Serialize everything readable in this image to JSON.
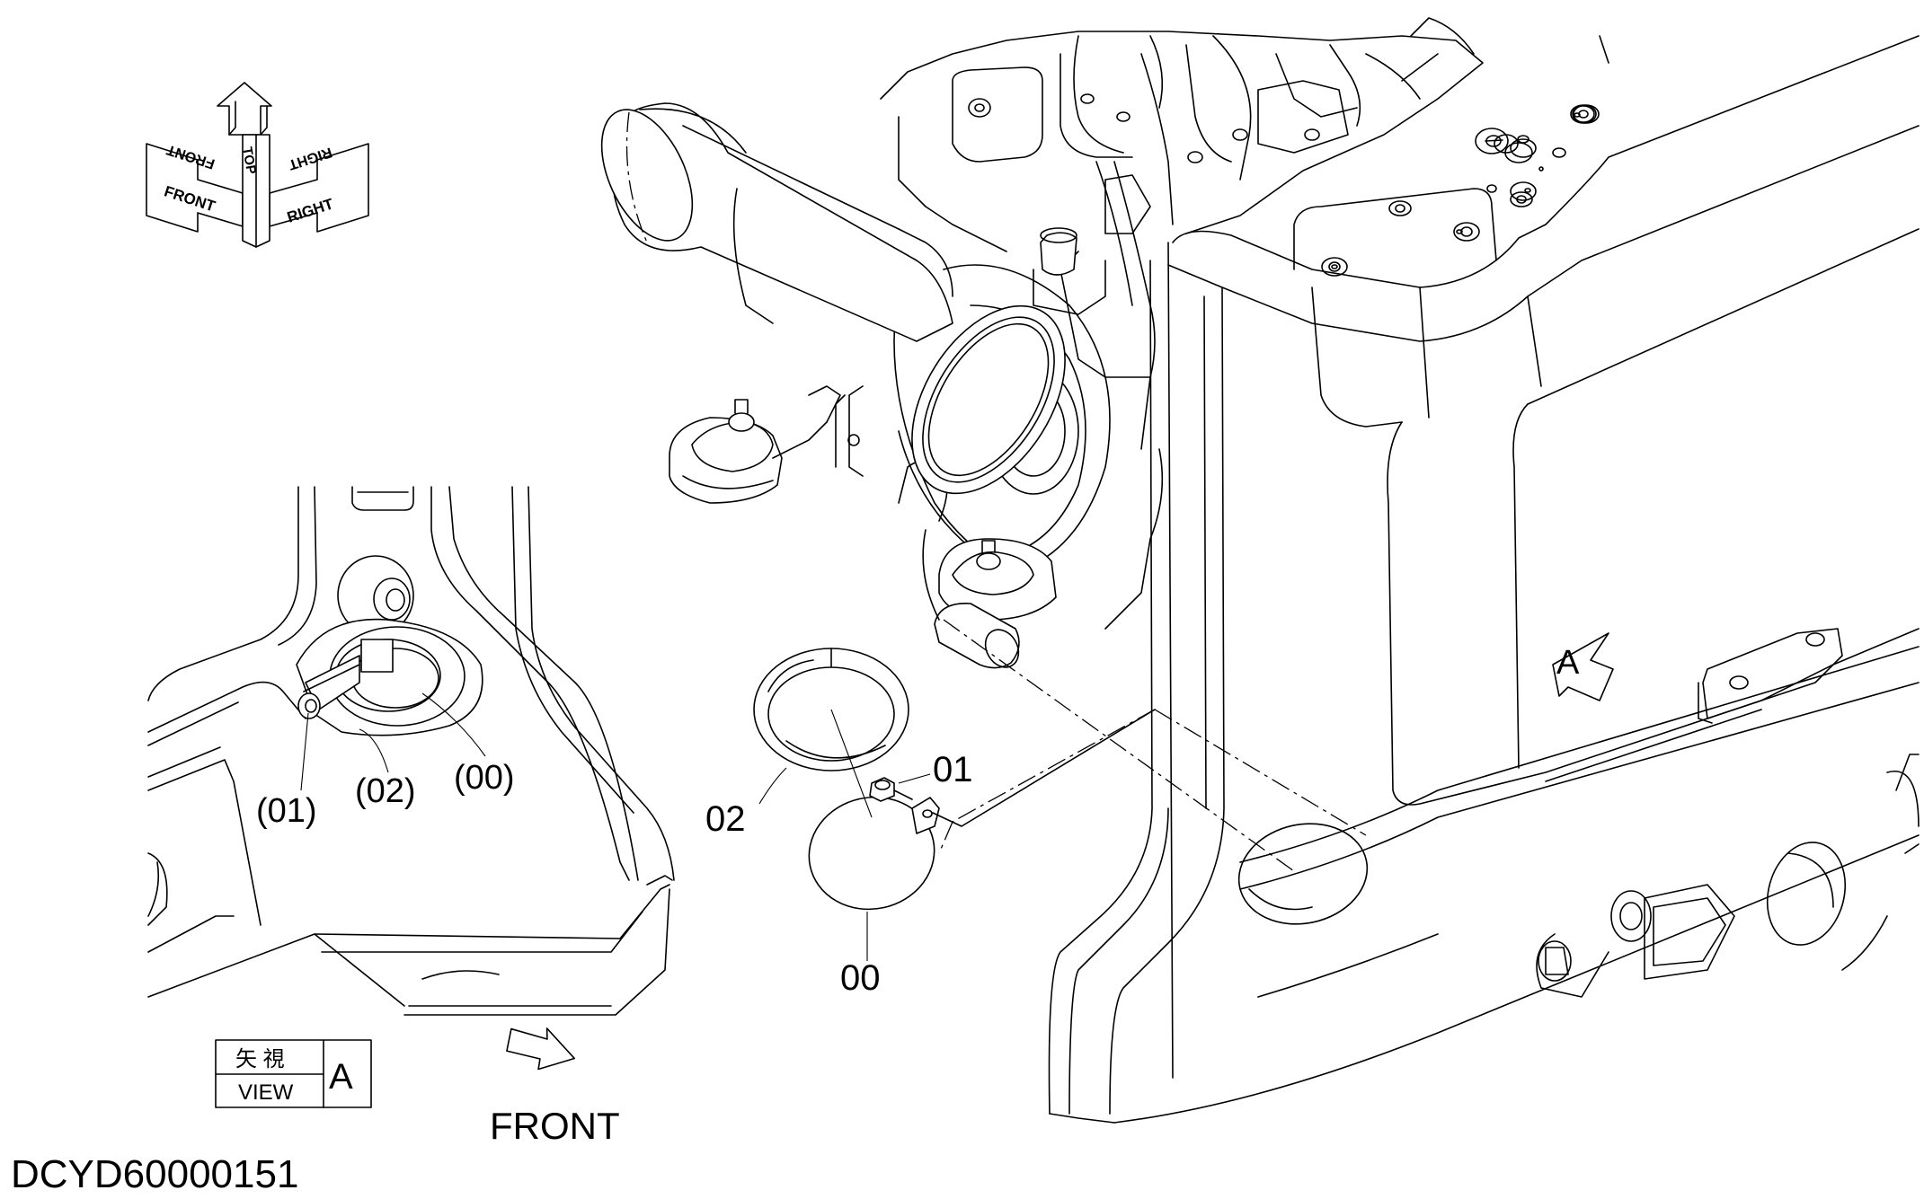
{
  "orientation": {
    "front": "FRONT",
    "top": "TOP",
    "right": "RIGHT"
  },
  "detail_view": {
    "callouts": {
      "bolt": "(01)",
      "ring": "(02)",
      "cover": "(00)"
    },
    "view_box": {
      "kanji": "矢 視",
      "view": "VIEW",
      "letter": "A"
    }
  },
  "front_arrow": {
    "label": "FRONT"
  },
  "main_view": {
    "callouts": {
      "ring": "02",
      "bolt": "01",
      "cover": "00"
    },
    "view_marker": "A"
  },
  "drawing_id": "DCYD60000151"
}
